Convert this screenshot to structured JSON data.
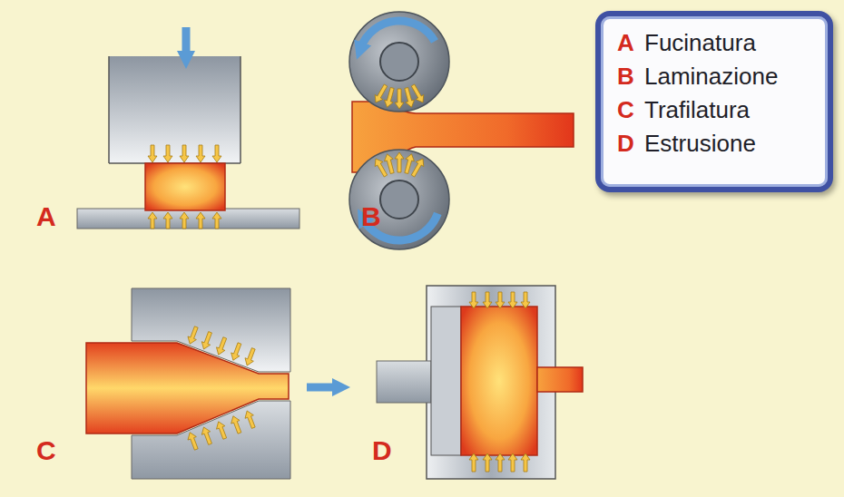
{
  "diagram": {
    "nodes": [
      {
        "text": [
          "A",
          "Fucinatura",
          "B",
          "Laminazione",
          "C",
          "Trafilatura",
          "D",
          "Estrusione"
        ]
      }
    ],
    "labels": [
      "A",
      "B",
      "C",
      "D"
    ]
  }
}
